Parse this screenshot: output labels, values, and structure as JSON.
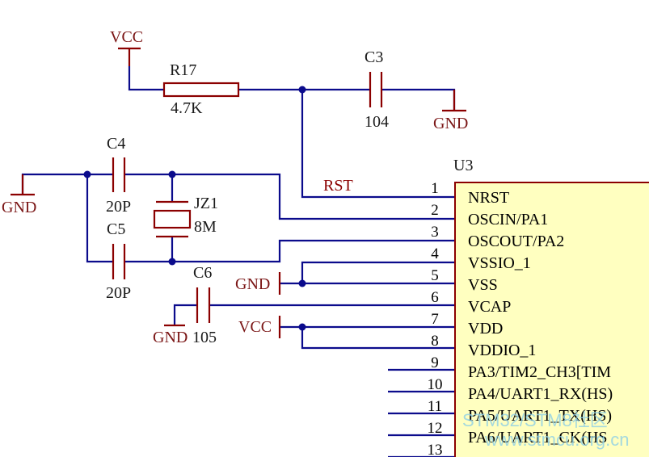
{
  "colors": {
    "wire": "#0b0b8c",
    "part": "#8b0000",
    "label": "#1a1a1a",
    "power_label": "#7a1515",
    "chip_fill": "#ffffc0",
    "chip_border": "#8b0000",
    "watermark": "#8fd0e6"
  },
  "power": {
    "vcc_top": "VCC",
    "gnd_c3": "GND",
    "gnd_left": "GND",
    "gnd_pin5": "GND",
    "vcc_pin7": "VCC",
    "gnd_c6": "GND"
  },
  "components": {
    "r17": {
      "ref": "R17",
      "value": "4.7K"
    },
    "c3": {
      "ref": "C3",
      "value": "104"
    },
    "c4": {
      "ref": "C4",
      "value": "20P"
    },
    "c5": {
      "ref": "C5",
      "value": "20P"
    },
    "jz1": {
      "ref": "JZ1",
      "value": "8M"
    },
    "c6": {
      "ref": "C6",
      "value": "105"
    }
  },
  "net_labels": {
    "rst": "RST"
  },
  "chip": {
    "ref": "U3",
    "pins": [
      {
        "num": "1",
        "name": "NRST"
      },
      {
        "num": "2",
        "name": "OSCIN/PA1"
      },
      {
        "num": "3",
        "name": "OSCOUT/PA2"
      },
      {
        "num": "4",
        "name": "VSSIO_1"
      },
      {
        "num": "5",
        "name": "VSS"
      },
      {
        "num": "6",
        "name": "VCAP"
      },
      {
        "num": "7",
        "name": "VDD"
      },
      {
        "num": "8",
        "name": "VDDIO_1"
      },
      {
        "num": "9",
        "name": "PA3/TIM2_CH3[TIM"
      },
      {
        "num": "10",
        "name": "PA4/UART1_RX(HS)"
      },
      {
        "num": "11",
        "name": "PA5/UART1_TX(HS)"
      },
      {
        "num": "12",
        "name": "PA6/UART1_CK(HS"
      },
      {
        "num": "13",
        "name": ""
      }
    ]
  },
  "watermark": {
    "line1": "STM32/STM8社区",
    "line2": "www.stmcu.org.cn"
  }
}
